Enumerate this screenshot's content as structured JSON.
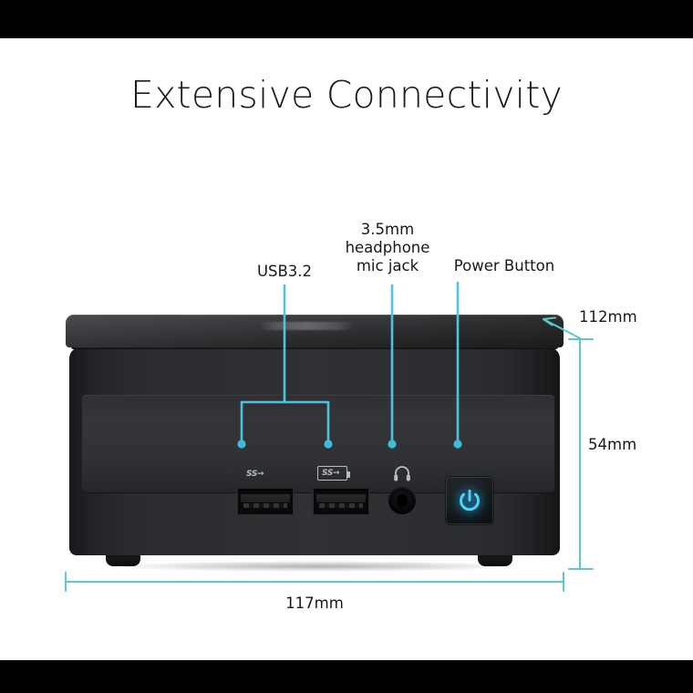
{
  "title": "Extensive Connectivity",
  "colors": {
    "leader_line": "#4FC3DC",
    "dimension_line": "#5FC8C8",
    "power_glow": "#29B6F6",
    "background": "#FFFFFF",
    "letterbox": "#000000",
    "text": "#17181A"
  },
  "callouts": [
    {
      "id": "usb",
      "label": "USB3.2",
      "target": "usb-ports"
    },
    {
      "id": "jack",
      "label": "3.5mm\nheadphone\nmic jack",
      "target": "audio-jack"
    },
    {
      "id": "power",
      "label": "Power Button",
      "target": "power-button"
    }
  ],
  "callout_lines": {
    "usb_line1": "USB3.2",
    "jack_line1": "3.5mm",
    "jack_line2": "headphone",
    "jack_line3": "mic jack",
    "power_line1": "Power Button"
  },
  "dimensions": {
    "depth": "112mm",
    "height": "54mm",
    "width": "117mm"
  },
  "device": {
    "type": "mini-pc",
    "brand_mark": "",
    "ports": [
      {
        "name": "usb-a-port-1",
        "icon": "superspeed-usb-icon",
        "label": "SS"
      },
      {
        "name": "usb-a-port-2",
        "icon": "superspeed-usb-charging-icon",
        "label": "SS"
      },
      {
        "name": "audio-combo-jack",
        "icon": "headphone-icon"
      },
      {
        "name": "power-button",
        "icon": "power-icon"
      }
    ]
  }
}
